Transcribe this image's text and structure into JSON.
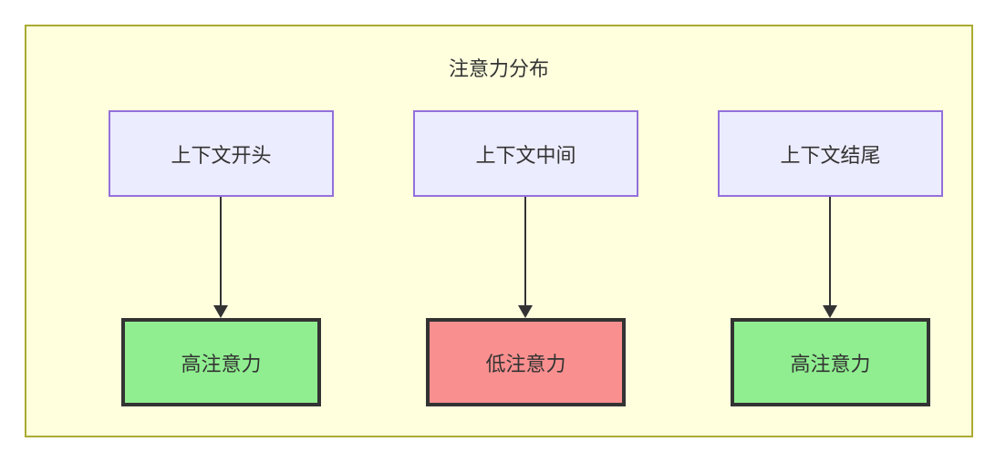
{
  "diagram": {
    "title": "注意力分布",
    "columns": [
      {
        "source": "上下文开头",
        "target": "高注意力",
        "attention_level": "high"
      },
      {
        "source": "上下文中间",
        "target": "低注意力",
        "attention_level": "low"
      },
      {
        "source": "上下文结尾",
        "target": "高注意力",
        "attention_level": "high"
      }
    ],
    "colors": {
      "container_background": "#ffffde",
      "container_border": "#aaaa33",
      "source_node_fill": "#ececff",
      "source_node_border": "#9370db",
      "high_attention_fill": "#90ee90",
      "low_attention_fill": "#f98f8f",
      "target_node_border": "#333333",
      "arrow": "#333333",
      "text": "#333333"
    }
  }
}
